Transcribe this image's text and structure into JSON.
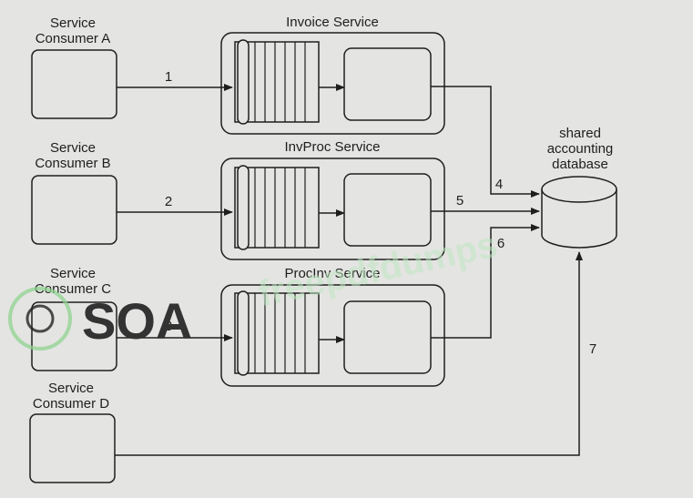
{
  "consumers": [
    {
      "line1": "Service",
      "line2": "Consumer A"
    },
    {
      "line1": "Service",
      "line2": "Consumer B"
    },
    {
      "line1": "Service",
      "line2": "Consumer C"
    },
    {
      "line1": "Service",
      "line2": "Consumer D"
    }
  ],
  "services": [
    {
      "name": "Invoice Service"
    },
    {
      "name": "InvProc Service"
    },
    {
      "name": "ProcInv Service"
    }
  ],
  "database": {
    "line1": "shared",
    "line2": "accounting",
    "line3": "database"
  },
  "connections": [
    "1",
    "2",
    "3",
    "4",
    "5",
    "6",
    "7"
  ],
  "watermark": {
    "logo_text": "SOA",
    "url_text": "freepdfdumps"
  }
}
